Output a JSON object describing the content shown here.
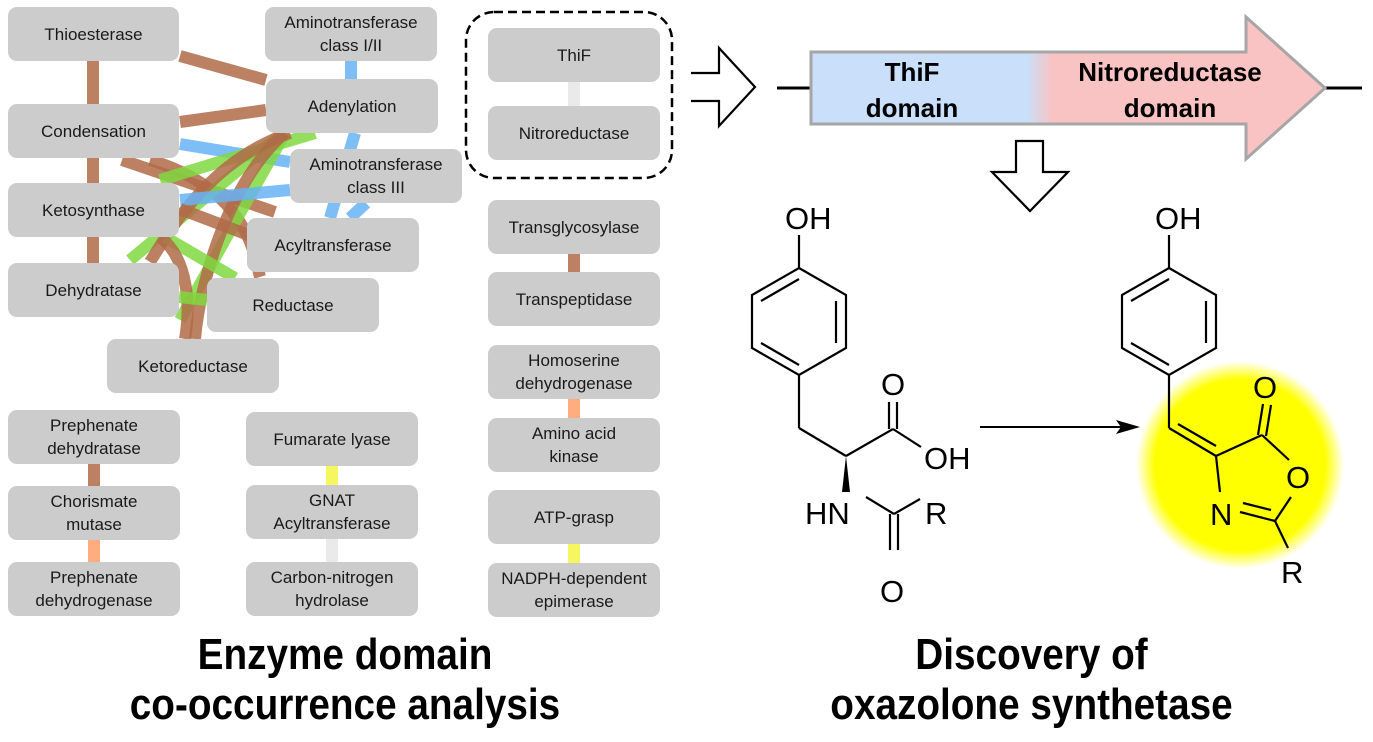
{
  "network": {
    "nodes": [
      {
        "id": "thioesterase",
        "label": "Thioesterase"
      },
      {
        "id": "aminotransferase-1-2",
        "label": "Aminotransferase\nclass I/II"
      },
      {
        "id": "adenylation",
        "label": "Adenylation"
      },
      {
        "id": "condensation",
        "label": "Condensation"
      },
      {
        "id": "aminotransferase-3",
        "label": "Aminotransferase\nclass III"
      },
      {
        "id": "ketosynthase",
        "label": "Ketosynthase"
      },
      {
        "id": "acyltransferase",
        "label": "Acyltransferase"
      },
      {
        "id": "dehydratase",
        "label": "Dehydratase"
      },
      {
        "id": "reductase",
        "label": "Reductase"
      },
      {
        "id": "ketoreductase",
        "label": "Ketoreductase"
      },
      {
        "id": "thif",
        "label": "ThiF"
      },
      {
        "id": "nitroreductase",
        "label": "Nitroreductase"
      },
      {
        "id": "transglycosylase",
        "label": "Transglycosylase"
      },
      {
        "id": "transpeptidase",
        "label": "Transpeptidase"
      },
      {
        "id": "homoserine-dh",
        "label": "Homoserine\ndehydrogenase"
      },
      {
        "id": "amino-acid-kinase",
        "label": "Amino acid\nkinase"
      },
      {
        "id": "atp-grasp",
        "label": "ATP-grasp"
      },
      {
        "id": "nadph-epimerase",
        "label": "NADPH-dependent\nepimerase"
      },
      {
        "id": "prephenate-dehydratase",
        "label": "Prephenate\ndehydratase"
      },
      {
        "id": "chorismate-mutase",
        "label": "Chorismate\nmutase"
      },
      {
        "id": "prephenate-dh",
        "label": "Prephenate\ndehydrogenase"
      },
      {
        "id": "fumarate-lyase",
        "label": "Fumarate lyase"
      },
      {
        "id": "gnat",
        "label": "GNAT\nAcyltransferase"
      },
      {
        "id": "cn-hydrolase",
        "label": "Carbon-nitrogen\nhydrolase"
      }
    ],
    "edge_colors": {
      "brown": "#b06b48",
      "blue": "#66b3f5",
      "green": "#80d840",
      "orange": "#ff9f6a",
      "yellow": "#f5f542",
      "lightgray": "#e6e6e6"
    },
    "edges": [
      {
        "from": "thioesterase",
        "to": "condensation",
        "color": "brown"
      },
      {
        "from": "thioesterase",
        "to": "adenylation",
        "color": "brown"
      },
      {
        "from": "aminotransferase-1-2",
        "to": "adenylation",
        "color": "blue"
      },
      {
        "from": "condensation",
        "to": "adenylation",
        "color": "brown"
      },
      {
        "from": "condensation",
        "to": "aminotransferase-3",
        "color": "blue"
      },
      {
        "from": "condensation",
        "to": "ketosynthase",
        "color": "brown"
      },
      {
        "from": "condensation",
        "to": "acyltransferase",
        "color": "brown"
      },
      {
        "from": "condensation",
        "to": "reductase",
        "color": "brown"
      },
      {
        "from": "adenylation",
        "to": "aminotransferase-3",
        "color": "blue"
      },
      {
        "from": "adenylation",
        "to": "acyltransferase",
        "color": "green"
      },
      {
        "from": "adenylation",
        "to": "ketosynthase",
        "color": "green"
      },
      {
        "from": "adenylation",
        "to": "dehydratase",
        "color": "green"
      },
      {
        "from": "adenylation",
        "to": "ketoreductase",
        "color": "brown"
      },
      {
        "from": "adenylation",
        "to": "dehydratase",
        "color": "brown"
      },
      {
        "from": "aminotransferase-3",
        "to": "ketosynthase",
        "color": "blue"
      },
      {
        "from": "aminotransferase-3",
        "to": "acyltransferase",
        "color": "blue"
      },
      {
        "from": "ketosynthase",
        "to": "dehydratase",
        "color": "brown"
      },
      {
        "from": "ketosynthase",
        "to": "acyltransferase",
        "color": "brown"
      },
      {
        "from": "ketosynthase",
        "to": "reductase",
        "color": "green"
      },
      {
        "from": "ketosynthase",
        "to": "ketoreductase",
        "color": "brown"
      },
      {
        "from": "dehydratase",
        "to": "reductase",
        "color": "green"
      },
      {
        "from": "thif",
        "to": "nitroreductase",
        "color": "lightgray"
      },
      {
        "from": "transglycosylase",
        "to": "transpeptidase",
        "color": "brown"
      },
      {
        "from": "homoserine-dh",
        "to": "amino-acid-kinase",
        "color": "orange"
      },
      {
        "from": "atp-grasp",
        "to": "nadph-epimerase",
        "color": "yellow"
      },
      {
        "from": "prephenate-dehydratase",
        "to": "chorismate-mutase",
        "color": "brown"
      },
      {
        "from": "chorismate-mutase",
        "to": "prephenate-dh",
        "color": "orange"
      },
      {
        "from": "fumarate-lyase",
        "to": "gnat",
        "color": "yellow"
      },
      {
        "from": "gnat",
        "to": "cn-hydrolase",
        "color": "lightgray"
      }
    ],
    "highlighted_module": [
      "thif",
      "nitroreductase"
    ]
  },
  "gene": {
    "domain1": {
      "line1": "ThiF",
      "line2": "domain",
      "color": "#c9dffa"
    },
    "domain2": {
      "line1": "Nitroreductase",
      "line2": "domain",
      "color": "#f9c3c3"
    }
  },
  "reaction": {
    "substrate": {
      "oh_top": "OH",
      "carbonyl_o": "O",
      "acid_oh": "OH",
      "hn": "HN",
      "r": "R",
      "amide_o": "O"
    },
    "product": {
      "oh_top": "OH",
      "carbonyl_o": "O",
      "ring_o": "O",
      "ring_n": "N",
      "r": "R"
    },
    "highlight_color": "#ffff00"
  },
  "captions": {
    "left": "Enzyme domain\nco-occurrence analysis",
    "right": "Discovery of\noxazolone synthetase"
  }
}
